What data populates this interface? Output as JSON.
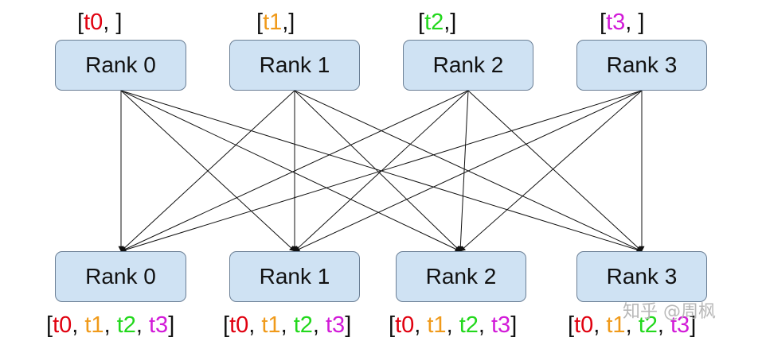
{
  "colors": {
    "box_fill": "#cfe2f3",
    "box_border": "#6b7f95",
    "edge": "#111111",
    "text": "#111111",
    "t0": "#e0000f",
    "t1": "#f09a1a",
    "t2": "#22d81c",
    "t3": "#d21ad8",
    "watermark": "#b8b8b8"
  },
  "top_row": [
    {
      "label": "Rank 0",
      "tensor": {
        "open": "[",
        "items": [
          "t0"
        ],
        "close": ", ]"
      }
    },
    {
      "label": "Rank 1",
      "tensor": {
        "open": "[",
        "items": [
          "t1"
        ],
        "close": ",]"
      }
    },
    {
      "label": "Rank 2",
      "tensor": {
        "open": "[",
        "items": [
          "t2"
        ],
        "close": ",]"
      }
    },
    {
      "label": "Rank 3",
      "tensor": {
        "open": "[",
        "items": [
          "t3"
        ],
        "close": ", ]"
      }
    }
  ],
  "bottom_row": [
    {
      "label": "Rank 0",
      "tensor": {
        "open": "[",
        "items": [
          "t0",
          "t1",
          "t2",
          "t3"
        ],
        "close": "]"
      }
    },
    {
      "label": "Rank 1",
      "tensor": {
        "open": "[",
        "items": [
          "t0",
          "t1",
          "t2",
          "t3"
        ],
        "close": "]"
      }
    },
    {
      "label": "Rank 2",
      "tensor": {
        "open": "[",
        "items": [
          "t0",
          "t1",
          "t2",
          "t3"
        ],
        "close": "]"
      }
    },
    {
      "label": "Rank 3",
      "tensor": {
        "open": "[",
        "items": [
          "t0",
          "t1",
          "t2",
          "t3"
        ],
        "close": "]"
      }
    }
  ],
  "watermark": "知乎 @周枫"
}
